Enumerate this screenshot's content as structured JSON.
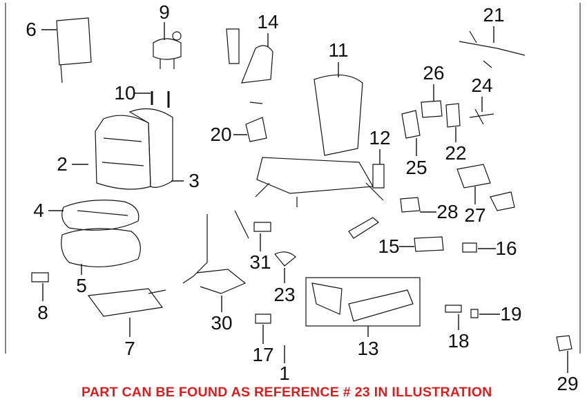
{
  "callouts": [
    {
      "num": "1"
    },
    {
      "num": "2"
    },
    {
      "num": "3"
    },
    {
      "num": "4"
    },
    {
      "num": "5"
    },
    {
      "num": "6"
    },
    {
      "num": "7"
    },
    {
      "num": "8"
    },
    {
      "num": "9"
    },
    {
      "num": "10"
    },
    {
      "num": "11"
    },
    {
      "num": "12"
    },
    {
      "num": "13"
    },
    {
      "num": "14"
    },
    {
      "num": "15"
    },
    {
      "num": "16"
    },
    {
      "num": "17"
    },
    {
      "num": "18"
    },
    {
      "num": "19"
    },
    {
      "num": "20"
    },
    {
      "num": "21"
    },
    {
      "num": "22"
    },
    {
      "num": "23"
    },
    {
      "num": "24"
    },
    {
      "num": "25"
    },
    {
      "num": "26"
    },
    {
      "num": "27"
    },
    {
      "num": "28"
    },
    {
      "num": "29"
    },
    {
      "num": "30"
    },
    {
      "num": "31"
    }
  ],
  "note": "PART CAN BE FOUND AS REFERENCE # 23 IN ILLUSTRATION",
  "colors": {
    "note": "#e01b1b",
    "lines": "#111111"
  }
}
